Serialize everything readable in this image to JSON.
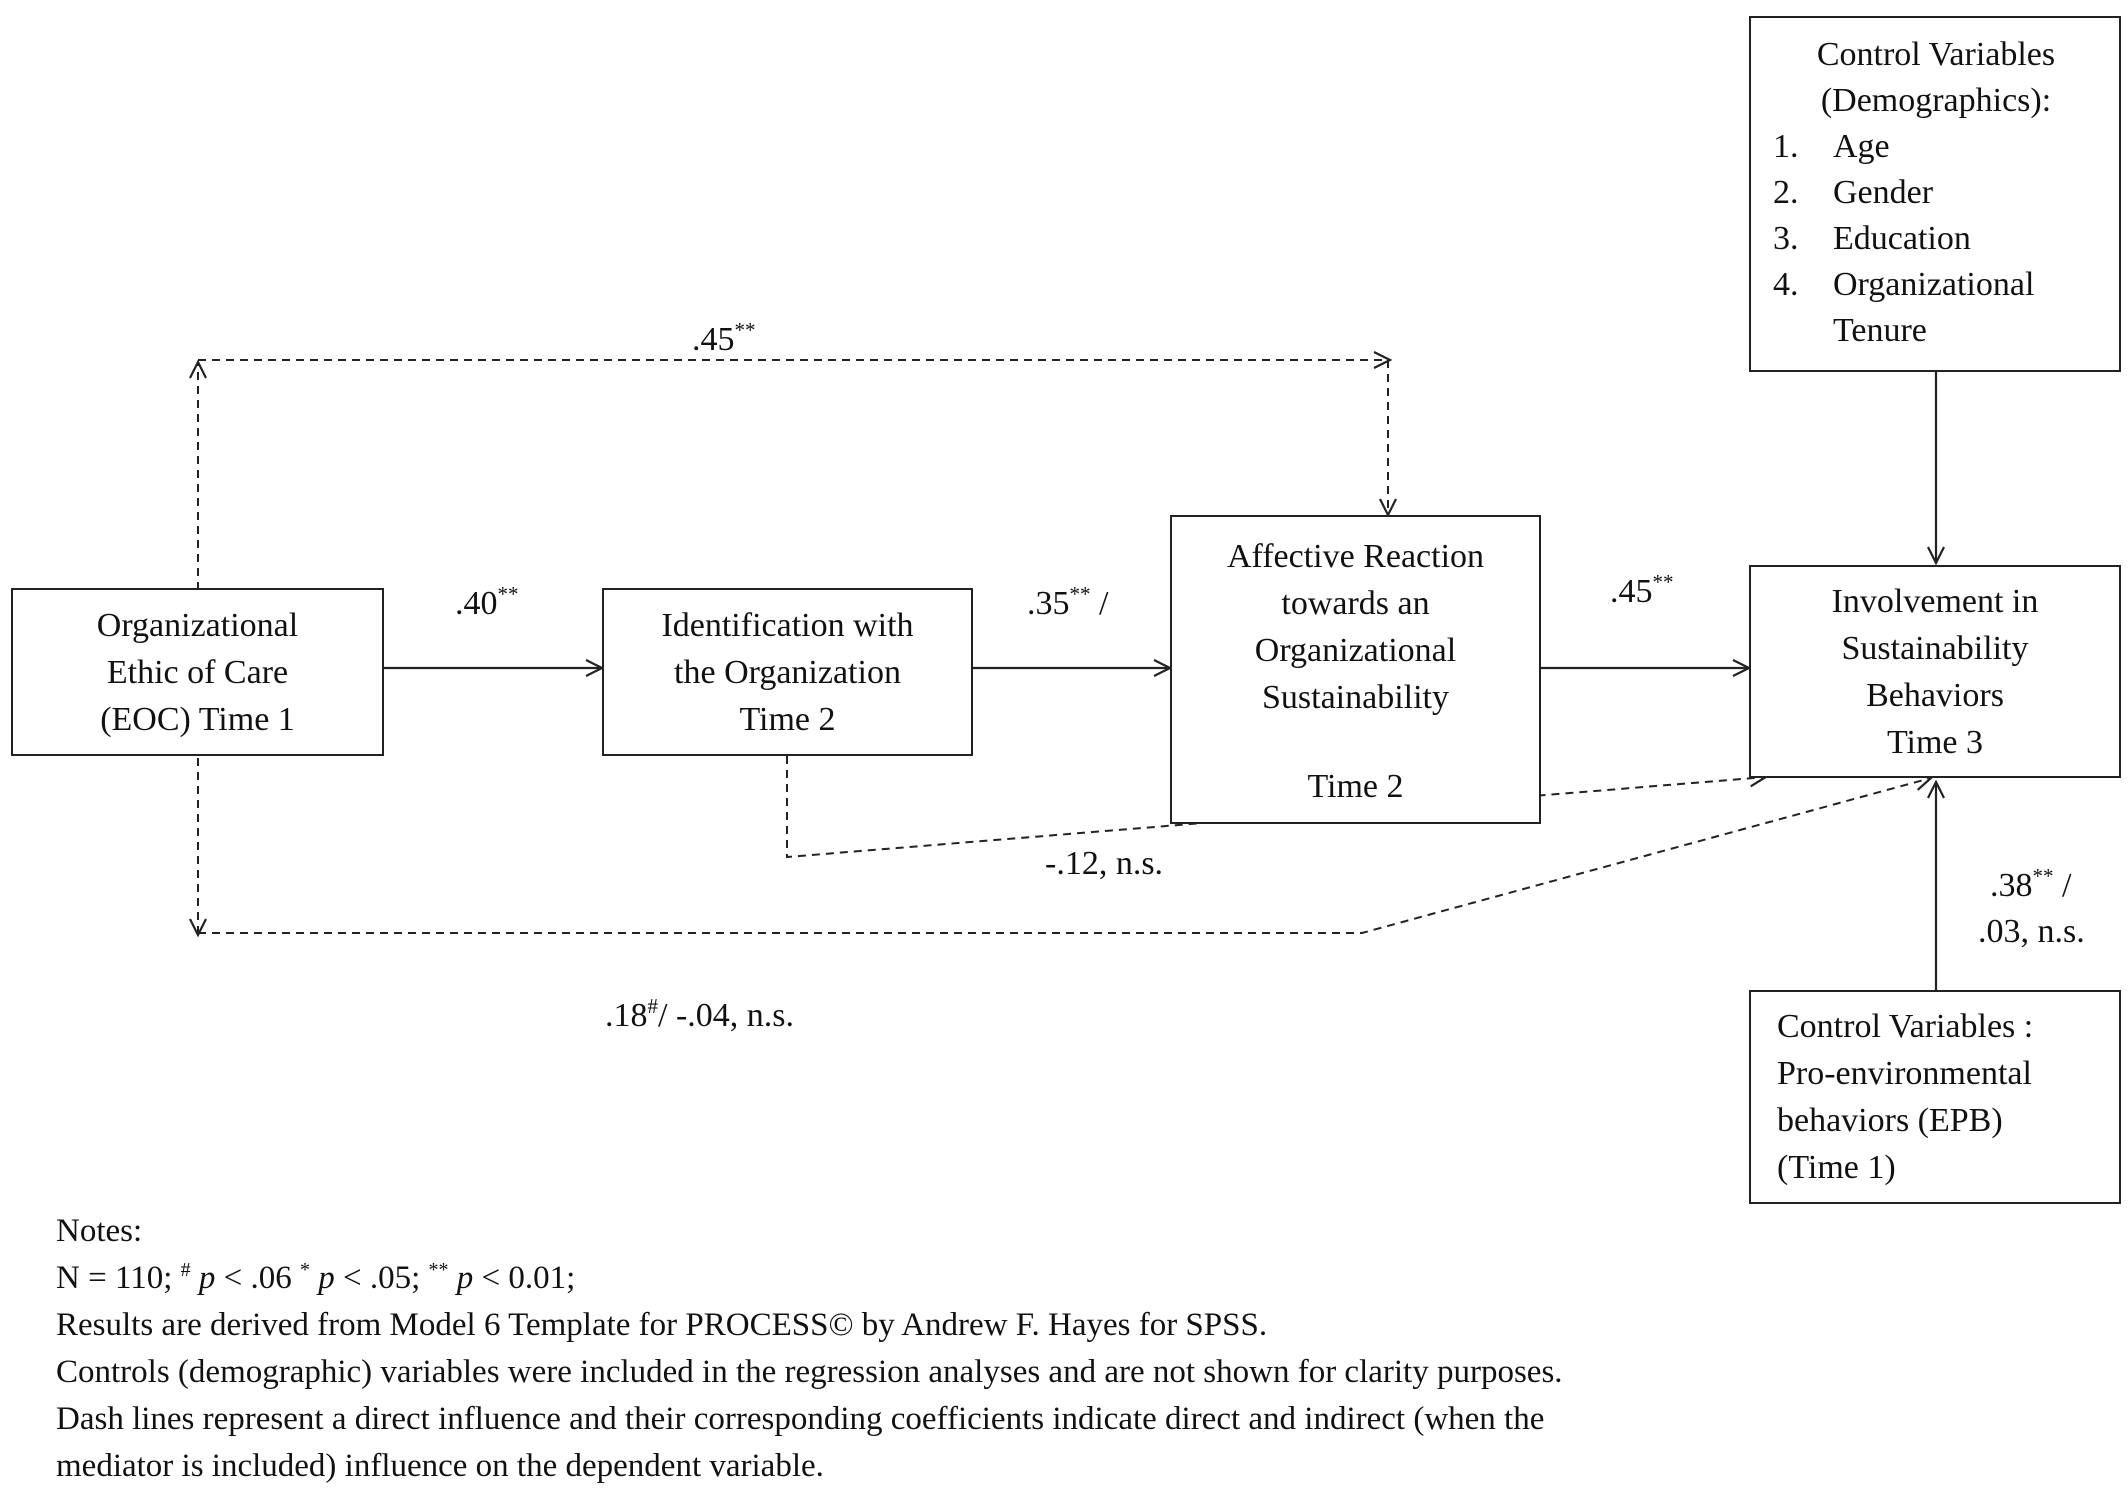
{
  "nodes": {
    "eoc": [
      "Organizational",
      "Ethic of Care",
      "(EOC) Time 1"
    ],
    "identification": [
      "Identification with",
      "the Organization",
      "Time 2"
    ],
    "affective": [
      "Affective Reaction",
      "towards an",
      "Organizational",
      "Sustainability"
    ],
    "affective_time": "Time 2",
    "involvement": [
      "Involvement in",
      "Sustainability",
      "Behaviors",
      "Time 3"
    ],
    "control_demo": {
      "heading": [
        "Control Variables",
        "(Demographics):"
      ],
      "items": [
        {
          "num": "1.",
          "label": "Age"
        },
        {
          "num": "2.",
          "label": "Gender"
        },
        {
          "num": "3.",
          "label": "Education"
        },
        {
          "num": "4.",
          "label": "Organizational"
        },
        {
          "num": "",
          "label": "Tenure"
        }
      ]
    },
    "control_epb": [
      "Control Variables :",
      "Pro-environmental",
      "behaviors (EPB)",
      "(Time 1)"
    ]
  },
  "paths": {
    "eoc_to_identification": {
      "value": ".40",
      "sig": "**"
    },
    "identification_to_affective": {
      "value": ".35",
      "sig": "**",
      "suffix": " /"
    },
    "affective_to_involvement": {
      "value": ".45",
      "sig": "**"
    },
    "eoc_to_affective_direct": {
      "value": ".45",
      "sig": "**"
    },
    "identification_to_involvement_direct": {
      "value": "-.12, n.s."
    },
    "eoc_to_involvement_direct": {
      "value": ".18",
      "sig": "#",
      "suffix": "/ -.04, n.s."
    },
    "epb_to_involvement": {
      "value": ".38",
      "sig": "**",
      "suffix": " /",
      "line2": ".03, n.s."
    }
  },
  "notes": {
    "heading": "Notes:",
    "stats": {
      "n": "N = 110;",
      "m1": "#",
      "p1": "p",
      "t1": " < .06 ",
      "m2": "*",
      "p2": "p",
      "t2": " < .05; ",
      "m3": "**",
      "p3": "p",
      "t3": " < 0.01;"
    },
    "lines": [
      "Results are derived from Model 6 Template for PROCESS© by Andrew F. Hayes for SPSS.",
      "Controls (demographic) variables were included in the regression analyses and are not shown for clarity purposes.",
      "Dash lines represent a direct influence and their corresponding coefficients indicate direct and indirect (when the",
      "mediator is included) influence on the dependent variable."
    ]
  }
}
